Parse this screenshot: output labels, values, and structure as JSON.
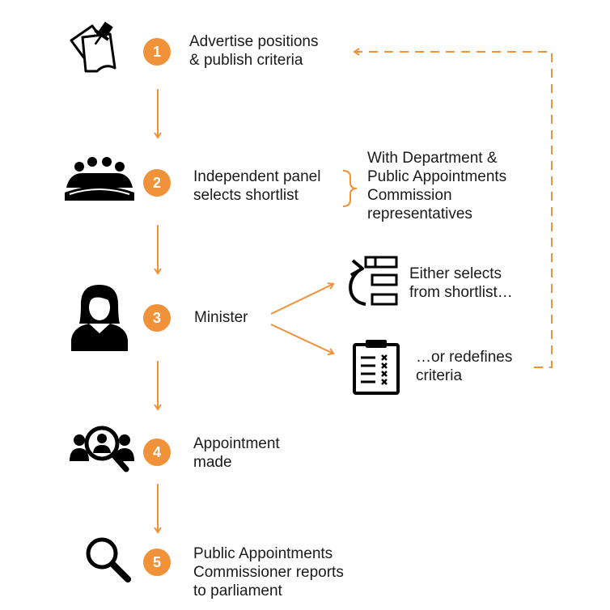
{
  "colors": {
    "accent": "#f0923a",
    "text": "#1a1a1a",
    "icon": "#000000"
  },
  "steps": [
    {
      "number": "1",
      "lines": [
        "Advertise positions",
        "& publish criteria"
      ],
      "icon": "sticky-notes-pin-icon"
    },
    {
      "number": "2",
      "lines": [
        "Independent panel",
        "selects shortlist"
      ],
      "icon": "people-at-table-icon"
    },
    {
      "number": "3",
      "lines": [
        "Minister"
      ],
      "icon": "person-woman-icon"
    },
    {
      "number": "4",
      "lines": [
        "Appointment",
        "made"
      ],
      "icon": "people-search-icon"
    },
    {
      "number": "5",
      "lines": [
        "Public Appointments",
        "Commissioner reports",
        "to parliament"
      ],
      "icon": "magnifier-icon"
    }
  ],
  "panel_note": {
    "lines": [
      "With Department &",
      "Public Appointments",
      "Commission",
      "representatives"
    ]
  },
  "minister_options": [
    {
      "lines": [
        "Either selects",
        "from shortlist…"
      ],
      "icon": "cycle-list-icon"
    },
    {
      "lines": [
        "…or redefines",
        "criteria"
      ],
      "icon": "clipboard-checklist-icon"
    }
  ]
}
